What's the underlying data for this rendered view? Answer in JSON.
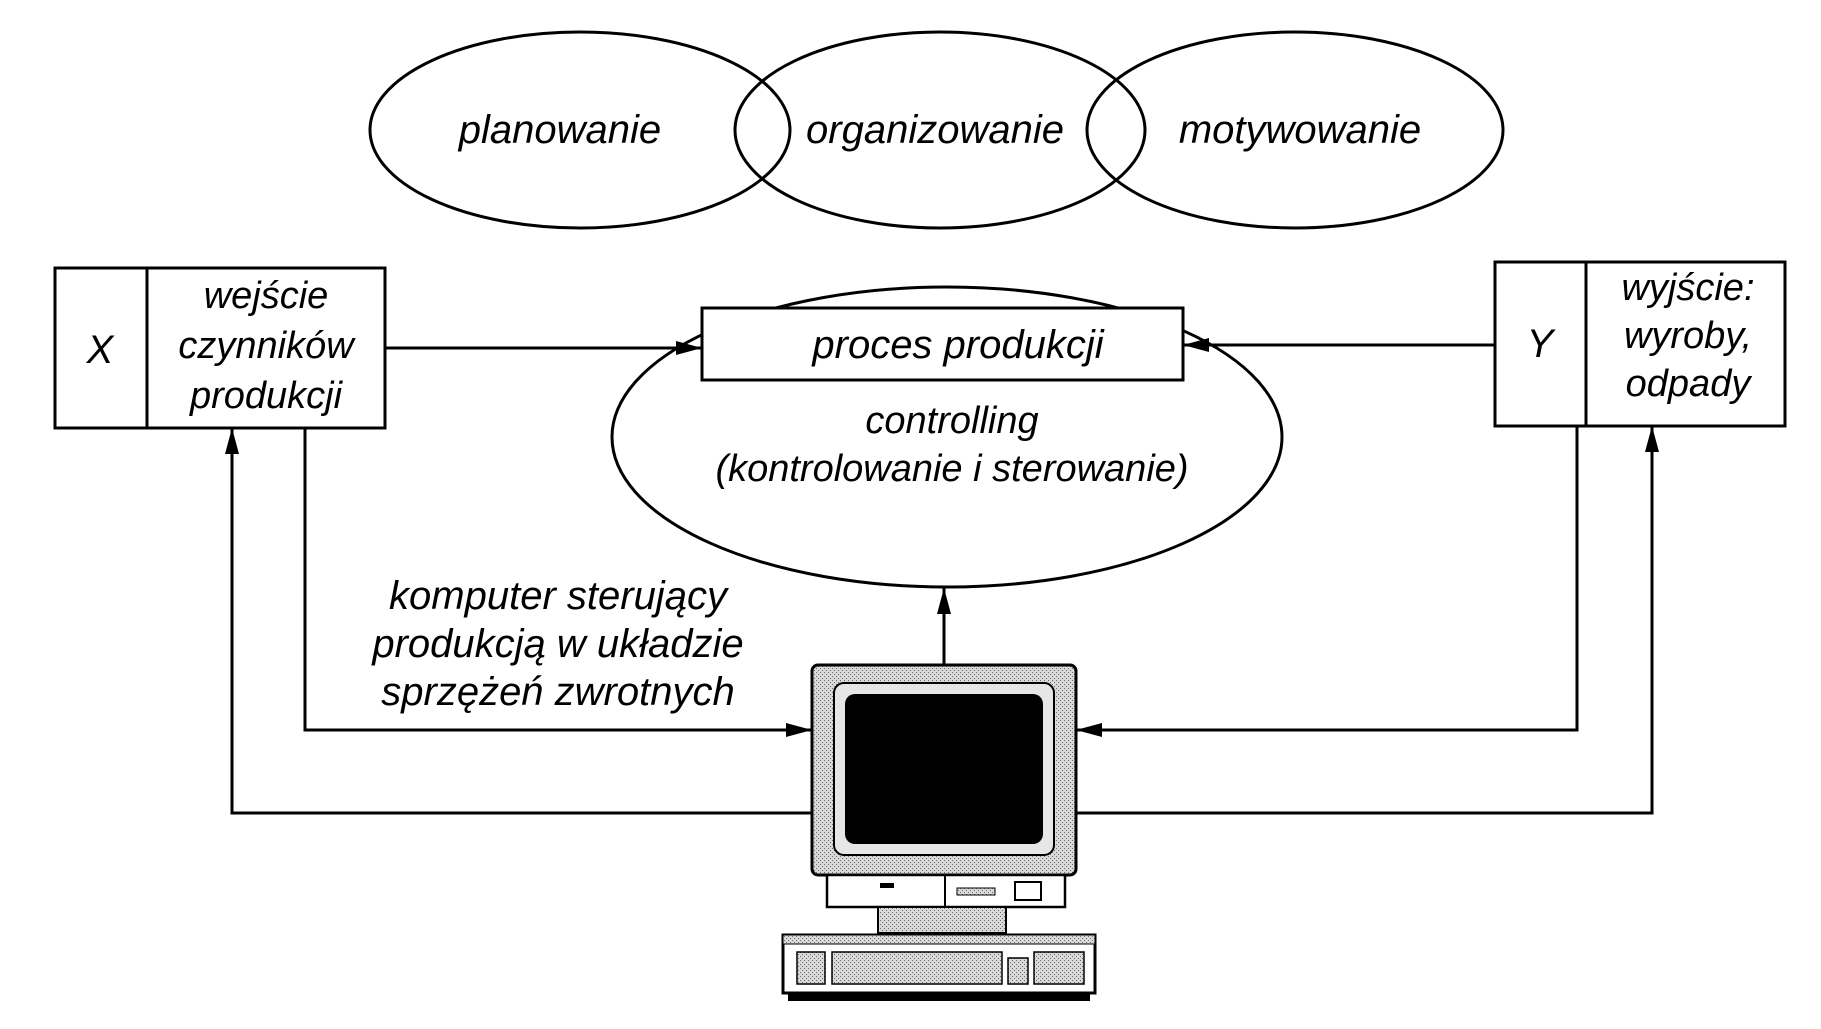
{
  "functions": {
    "planning": "planowanie",
    "organizing": "organizowanie",
    "motivating": "motywowanie"
  },
  "input_box": {
    "symbol": "X",
    "lines": [
      "wejście",
      "czynników",
      "produkcji"
    ]
  },
  "output_box": {
    "symbol": "Y",
    "lines": [
      "wyjście:",
      "wyroby,",
      "odpady"
    ]
  },
  "process": {
    "label": "proces produkcji",
    "controlling_lines": [
      "controlling",
      "(kontrolowanie i sterowanie)"
    ]
  },
  "computer_caption": {
    "lines": [
      "komputer sterujący",
      "produkcją w układzie",
      "sprzężeń zwrotnych"
    ]
  },
  "colors": {
    "line": "#000000",
    "screen": "#000000",
    "monitor_shade": "#b8b8b8"
  }
}
